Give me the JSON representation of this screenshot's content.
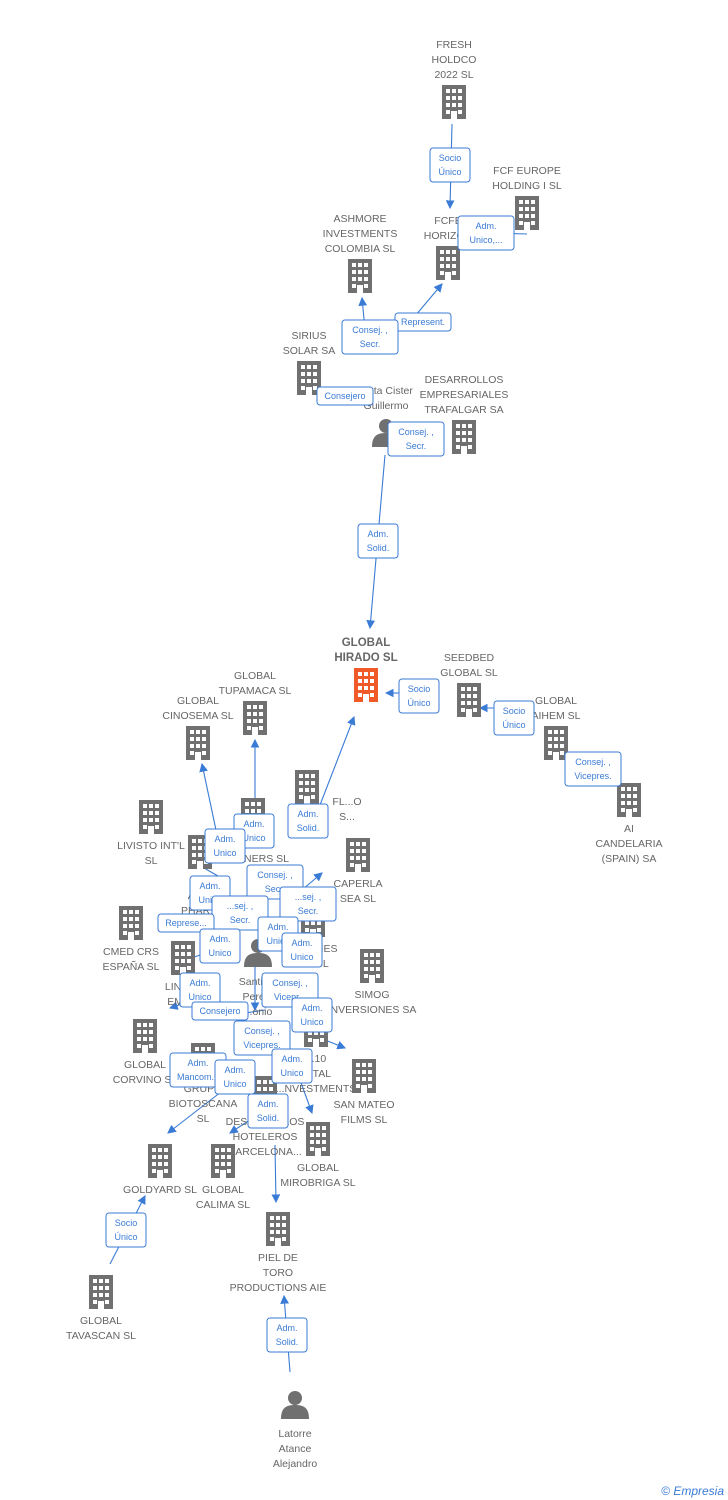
{
  "colors": {
    "building": "#707070",
    "main": "#f05a28",
    "edge": "#3a7bd5",
    "label": "#666666",
    "person": "#707070"
  },
  "nodes": [
    {
      "id": "fresh",
      "kind": "company",
      "lines": [
        "FRESH",
        "HOLDCO",
        "2022  SL"
      ]
    },
    {
      "id": "fcfeu",
      "kind": "company",
      "lines": [
        "FCF EUROPE",
        "HOLDING I  SL"
      ]
    },
    {
      "id": "fcfeh",
      "kind": "company",
      "lines": [
        "FCFE",
        "HORIZON"
      ]
    },
    {
      "id": "ashmore",
      "kind": "company",
      "lines": [
        "ASHMORE",
        "INVESTMENTS",
        "COLOMBIA SL"
      ]
    },
    {
      "id": "sirius",
      "kind": "company",
      "lines": [
        "SIRIUS",
        "SOLAR SA"
      ]
    },
    {
      "id": "mata",
      "kind": "person",
      "lines": [
        "Mata Cister",
        "Guillermo"
      ]
    },
    {
      "id": "desemp",
      "kind": "company",
      "lines": [
        "DESARROLLOS",
        "EMPRESARIALES",
        "TRAFALGAR SA"
      ]
    },
    {
      "id": "hirado",
      "kind": "main",
      "lines": [
        "GLOBAL",
        "HIRADO  SL"
      ]
    },
    {
      "id": "seedbed",
      "kind": "company",
      "lines": [
        "SEEDBED",
        "GLOBAL  SL"
      ]
    },
    {
      "id": "aihem",
      "kind": "company",
      "lines": [
        "GLOBAL",
        "AIHEM SL"
      ]
    },
    {
      "id": "aicand",
      "kind": "company",
      "lines": [
        "AI",
        "CANDELARIA",
        "(SPAIN) SA"
      ]
    },
    {
      "id": "tupamaca",
      "kind": "company",
      "lines": [
        "GLOBAL",
        "TUPAMACA SL"
      ]
    },
    {
      "id": "cinosema",
      "kind": "company",
      "lines": [
        "GLOBAL",
        "CINOSEMA SL"
      ]
    },
    {
      "id": "livisto",
      "kind": "company",
      "lines": [
        "LIVISTO INT'L",
        "SL"
      ]
    },
    {
      "id": "flco",
      "kind": "company",
      "lines": [
        "FL...O",
        "S..."
      ]
    },
    {
      "id": "partners",
      "kind": "company",
      "lines": [
        "...Y",
        "PARTNERS  SL"
      ]
    },
    {
      "id": "lam",
      "kind": "company",
      "lines": [
        "L...",
        "AM...",
        "PHAR..."
      ]
    },
    {
      "id": "caperla",
      "kind": "company",
      "lines": [
        "CAPERLA",
        "SEA SL"
      ]
    },
    {
      "id": "cmed",
      "kind": "company",
      "lines": [
        "CMED CRS",
        "ESPAÑA  SL"
      ]
    },
    {
      "id": "ciones",
      "kind": "company",
      "lines": [
        "...CIONES",
        "...Y SL"
      ]
    },
    {
      "id": "lingl",
      "kind": "company",
      "lines": [
        "LIN G...",
        "EME..."
      ]
    },
    {
      "id": "santiago",
      "kind": "person",
      "lines": [
        "Santia...",
        "Pere...",
        "...onio"
      ]
    },
    {
      "id": "simog",
      "kind": "company",
      "lines": [
        "SIMOG",
        "INVERSIONES SA"
      ]
    },
    {
      "id": "corvino",
      "kind": "company",
      "lines": [
        "GLOBAL",
        "CORVINO SL"
      ]
    },
    {
      "id": "biotoscana",
      "kind": "company",
      "lines": [
        "GRUPO",
        "BIOTOSCANA",
        "SL"
      ]
    },
    {
      "id": "capital",
      "kind": "company",
      "lines": [
        "...10",
        "...ITAL",
        "...NVESTMENTS"
      ]
    },
    {
      "id": "sanmateo",
      "kind": "company",
      "lines": [
        "SAN MATEO",
        "FILMS SL"
      ]
    },
    {
      "id": "deshot",
      "kind": "company",
      "lines": [
        "DESARROLLOS",
        "HOTELEROS",
        "BARCELONA..."
      ]
    },
    {
      "id": "mirobriga",
      "kind": "company",
      "lines": [
        "GLOBAL",
        "MIROBRIGA SL"
      ]
    },
    {
      "id": "goldyard",
      "kind": "company",
      "lines": [
        "GOLDYARD SL"
      ]
    },
    {
      "id": "calima",
      "kind": "company",
      "lines": [
        "GLOBAL",
        "CALIMA SL"
      ]
    },
    {
      "id": "tavascan",
      "kind": "company",
      "lines": [
        "GLOBAL",
        "TAVASCAN  SL"
      ]
    },
    {
      "id": "pieltoro",
      "kind": "company",
      "lines": [
        "PIEL DE",
        "TORO",
        "PRODUCTIONS AIE"
      ]
    },
    {
      "id": "latorre",
      "kind": "person",
      "lines": [
        "Latorre",
        "Atance",
        "Alejandro"
      ]
    }
  ],
  "relations": [
    {
      "lines": [
        "Socio",
        "Único"
      ]
    },
    {
      "lines": [
        "Adm.",
        "Unico,..."
      ]
    },
    {
      "lines": [
        "Represent."
      ]
    },
    {
      "lines": [
        "Consej. ,",
        "Secr."
      ]
    },
    {
      "lines": [
        "Consejero"
      ]
    },
    {
      "lines": [
        "Consej. ,",
        "Secr."
      ]
    },
    {
      "lines": [
        "Adm.",
        "Solid."
      ]
    },
    {
      "lines": [
        "Socio",
        "Único"
      ]
    },
    {
      "lines": [
        "Socio",
        "Único"
      ]
    },
    {
      "lines": [
        "Consej. ,",
        "Vicepres."
      ]
    },
    {
      "lines": [
        "Adm.",
        "Unico"
      ]
    },
    {
      "lines": [
        "Adm.",
        "Solid."
      ]
    },
    {
      "lines": [
        "Adm.",
        "Unico"
      ]
    },
    {
      "lines": [
        "Consej. ,",
        "Secr."
      ]
    },
    {
      "lines": [
        "Adm.",
        "Unico"
      ]
    },
    {
      "lines": [
        "...sej. ,",
        "Secr."
      ]
    },
    {
      "lines": [
        "...sej. ,",
        "Secr."
      ]
    },
    {
      "lines": [
        "Represe..."
      ]
    },
    {
      "lines": [
        "Adm.",
        "Unico"
      ]
    },
    {
      "lines": [
        "Adm.",
        "Unico"
      ]
    },
    {
      "lines": [
        "Adm.",
        "Unico"
      ]
    },
    {
      "lines": [
        "Adm.",
        "Unico"
      ]
    },
    {
      "lines": [
        "Consejero"
      ]
    },
    {
      "lines": [
        "Consej. ,",
        "Vicepr..."
      ]
    },
    {
      "lines": [
        "Adm.",
        "Unico"
      ]
    },
    {
      "lines": [
        "Consej. ,",
        "Vicepres."
      ]
    },
    {
      "lines": [
        "Adm.",
        "Mancom..."
      ]
    },
    {
      "lines": [
        "Adm.",
        "Unico"
      ]
    },
    {
      "lines": [
        "Adm.",
        "Unico"
      ]
    },
    {
      "lines": [
        "Adm.",
        "Solid."
      ]
    },
    {
      "lines": [
        "Socio",
        "Único"
      ]
    },
    {
      "lines": [
        "Adm.",
        "Solid."
      ]
    }
  ],
  "footer": {
    "copyright": "©",
    "brand": "Empresia"
  }
}
